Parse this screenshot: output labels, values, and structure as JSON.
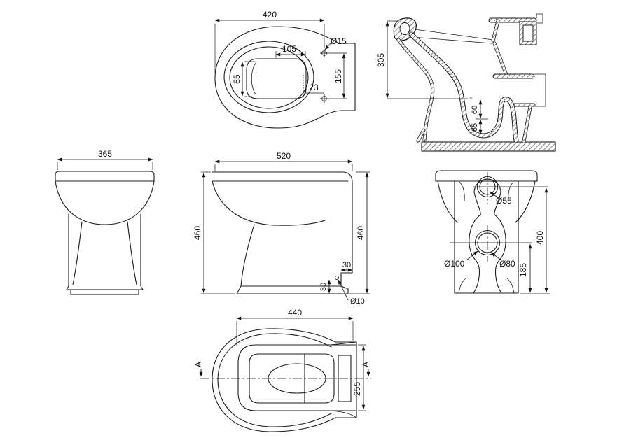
{
  "drawing": {
    "background": "#ffffff",
    "line_color": "#1c1c1c",
    "top_view": {
      "overall_width": "420",
      "fixing_hole_dia": "Ø15",
      "hole_spacing": "155",
      "hole_offset": "23",
      "sump_width": "105",
      "sump_depth": "85"
    },
    "section_view": {
      "bowl_height": "305",
      "weir_depth": "60",
      "sump_depth": "65"
    },
    "front_view": {
      "overall_width": "365"
    },
    "side_view": {
      "overall_depth": "520",
      "height_front": "460",
      "height_back": "460",
      "step_depth": "30",
      "step_height": "30",
      "fixing_hole_dia": "Ø10"
    },
    "rear_view": {
      "inlet_dia": "Ø55",
      "outlet_outer_dia": "Ø100",
      "outlet_dia": "Ø80",
      "inlet_height": "400",
      "outlet_height": "185"
    },
    "bottom_view": {
      "seat_length": "440",
      "back_width": "255",
      "section_marker_left": "A",
      "section_marker_right": "A"
    }
  }
}
